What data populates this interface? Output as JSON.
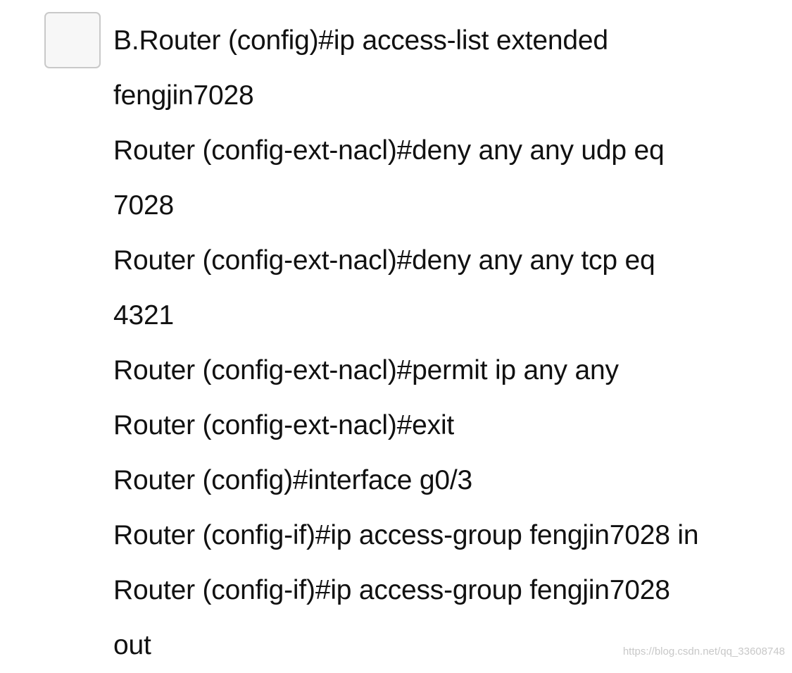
{
  "option": {
    "lines": [
      "B.Router (config)#ip access-list extended",
      "fengjin7028",
      "Router (config-ext-nacl)#deny any any udp eq",
      "7028",
      "Router (config-ext-nacl)#deny any any tcp eq",
      "4321",
      "Router (config-ext-nacl)#permit ip any any",
      "Router (config-ext-nacl)#exit",
      "Router (config)#interface g0/3",
      "Router (config-if)#ip access-group fengjin7028 in",
      "Router (config-if)#ip access-group fengjin7028",
      "out"
    ],
    "checked": false
  },
  "watermark": "https://blog.csdn.net/qq_33608748"
}
